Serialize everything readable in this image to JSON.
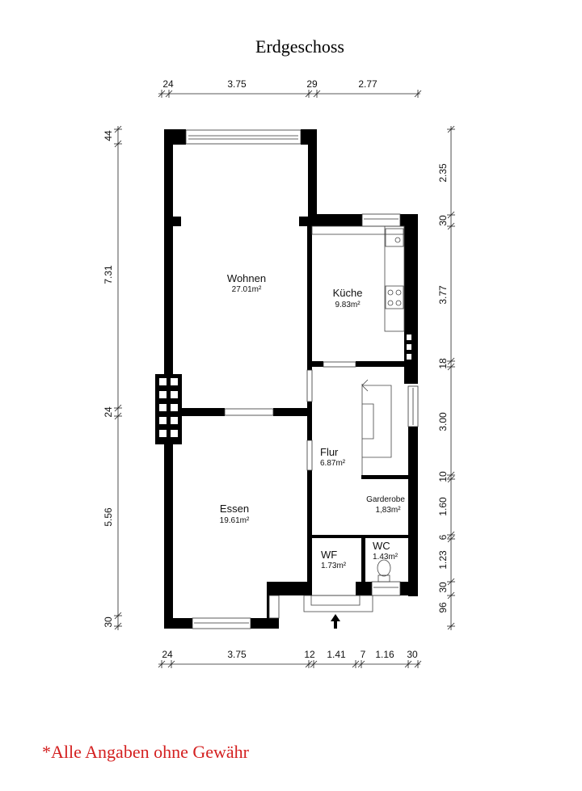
{
  "title": "Erdgeschoss",
  "footer": "*Alle Angaben ohne Gewähr",
  "colors": {
    "wall": "#000000",
    "footer": "#d42020"
  },
  "dimensions": {
    "top": [
      "24",
      "3.75",
      "29",
      "2.77"
    ],
    "bottom": [
      "24",
      "3.75",
      "12",
      "1.41",
      "7",
      "1.16",
      "30"
    ],
    "left": [
      "44",
      "7.31",
      "24",
      "5.56",
      "30"
    ],
    "right": [
      "2.35",
      "30",
      "3.77",
      "18",
      "3.00",
      "10",
      "1.60",
      "6",
      "1.23",
      "30",
      "96"
    ]
  },
  "rooms": [
    {
      "name": "Wohnen",
      "area": "27.01m²"
    },
    {
      "name": "Küche",
      "area": "9.83m²"
    },
    {
      "name": "Flur",
      "area": "6.87m²"
    },
    {
      "name": "Essen",
      "area": "19.61m²"
    },
    {
      "name": "Garderobe",
      "area": "1,83m²"
    },
    {
      "name": "WF",
      "area": "1.73m²"
    },
    {
      "name": "WC",
      "area": "1.43m²"
    }
  ],
  "entrance_icon": "arrow-up-icon"
}
